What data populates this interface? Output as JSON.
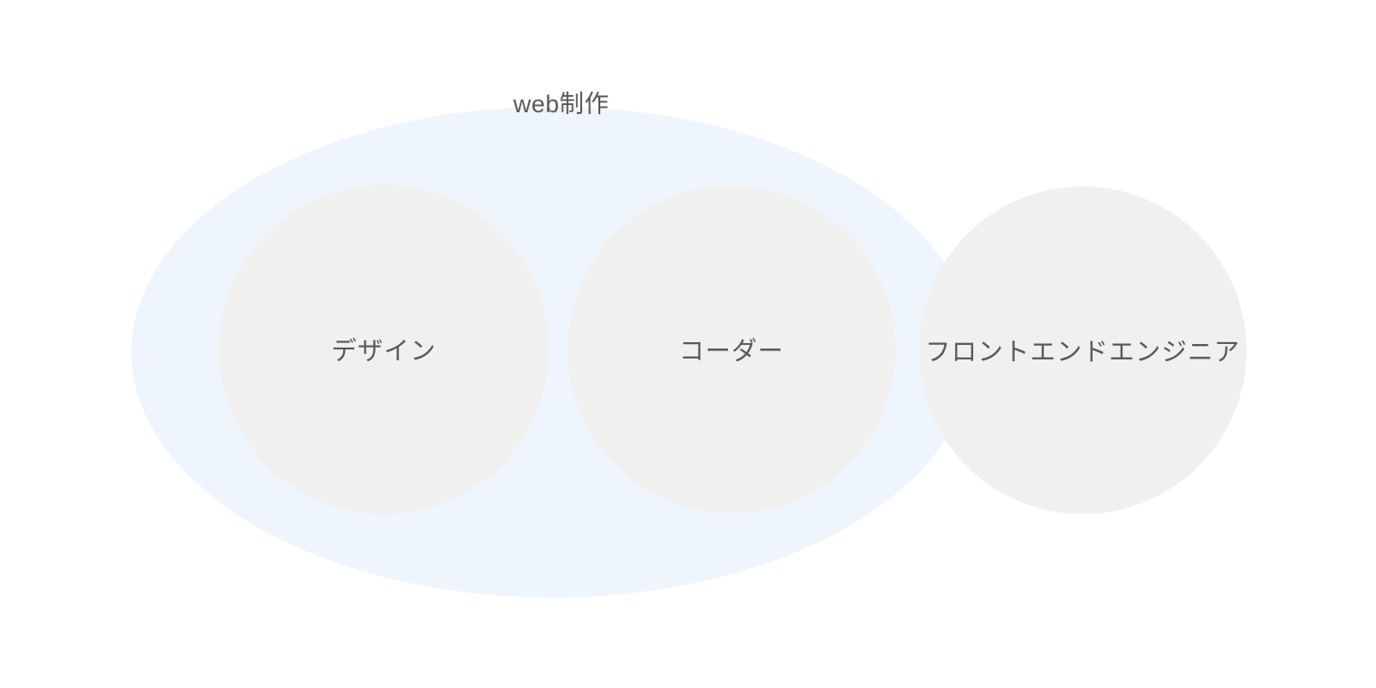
{
  "diagram": {
    "type": "venn-grouping",
    "title": "web制作",
    "group": {
      "label": "web制作",
      "fill": "#EEF5FD"
    },
    "nodes": [
      {
        "label": "デザイン",
        "fill": "#F0F0EF"
      },
      {
        "label": "コーダー",
        "fill": "#F0F0EF"
      },
      {
        "label": "フロントエンドエンジニア",
        "fill": "#F0F0EF"
      }
    ],
    "text_color": "#595959",
    "background": "#FFFFFF"
  }
}
